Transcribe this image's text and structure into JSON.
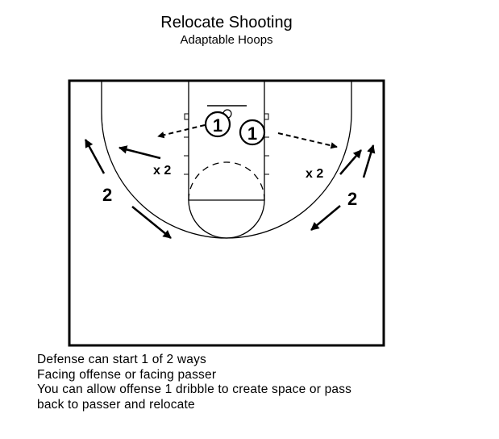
{
  "header": {
    "title": "Relocate Shooting",
    "subtitle": "Adaptable Hoops"
  },
  "diagram": {
    "players": [
      {
        "id": "offense-1-left",
        "label": "1"
      },
      {
        "id": "offense-1-right",
        "label": "1"
      }
    ],
    "defenders": [
      {
        "id": "defender-left",
        "label": "x 2"
      },
      {
        "id": "defender-right",
        "label": "x 2"
      }
    ],
    "offense_wings": [
      {
        "id": "wing-left",
        "label": "2"
      },
      {
        "id": "wing-right",
        "label": "2"
      }
    ],
    "colors": {
      "lines": "#000000",
      "background": "#ffffff"
    }
  },
  "notes": [
    "Defense can start 1 of 2 ways",
    "Facing offense or facing passer",
    "You can allow offense 1 dribble to create space or pass",
    "back to passer and relocate"
  ]
}
